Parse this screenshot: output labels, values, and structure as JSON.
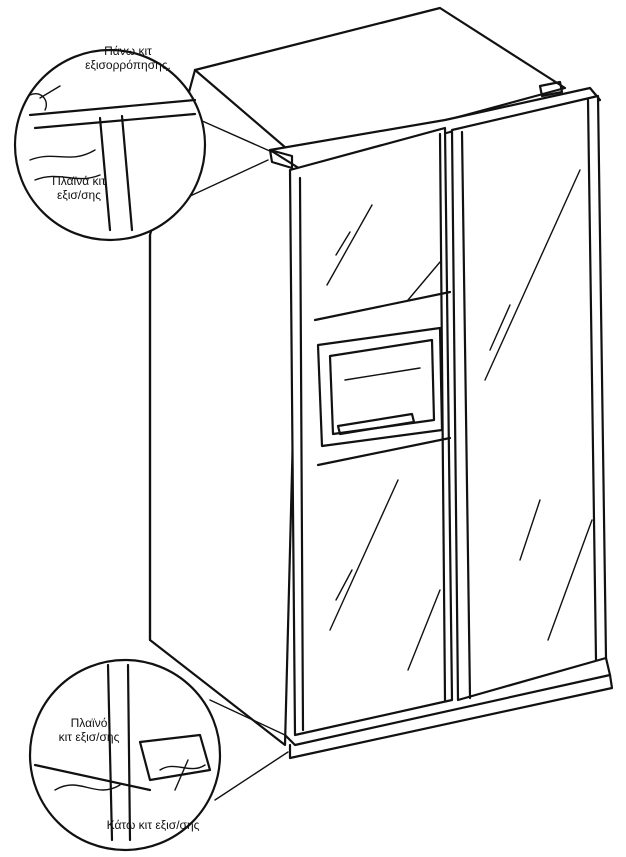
{
  "callouts": {
    "top_kit": "Πάνω κιτ\nεξισορρόπησης.",
    "side_kit_top": "Πλαϊνά κιτ\nεξισ/σης",
    "side_kit_bottom": "Πλαϊνό\nκιτ εξισ/σης",
    "bottom_kit": "Κάτω κιτ εξισ/σης"
  },
  "colors": {
    "line": "#111111",
    "background": "#ffffff"
  }
}
